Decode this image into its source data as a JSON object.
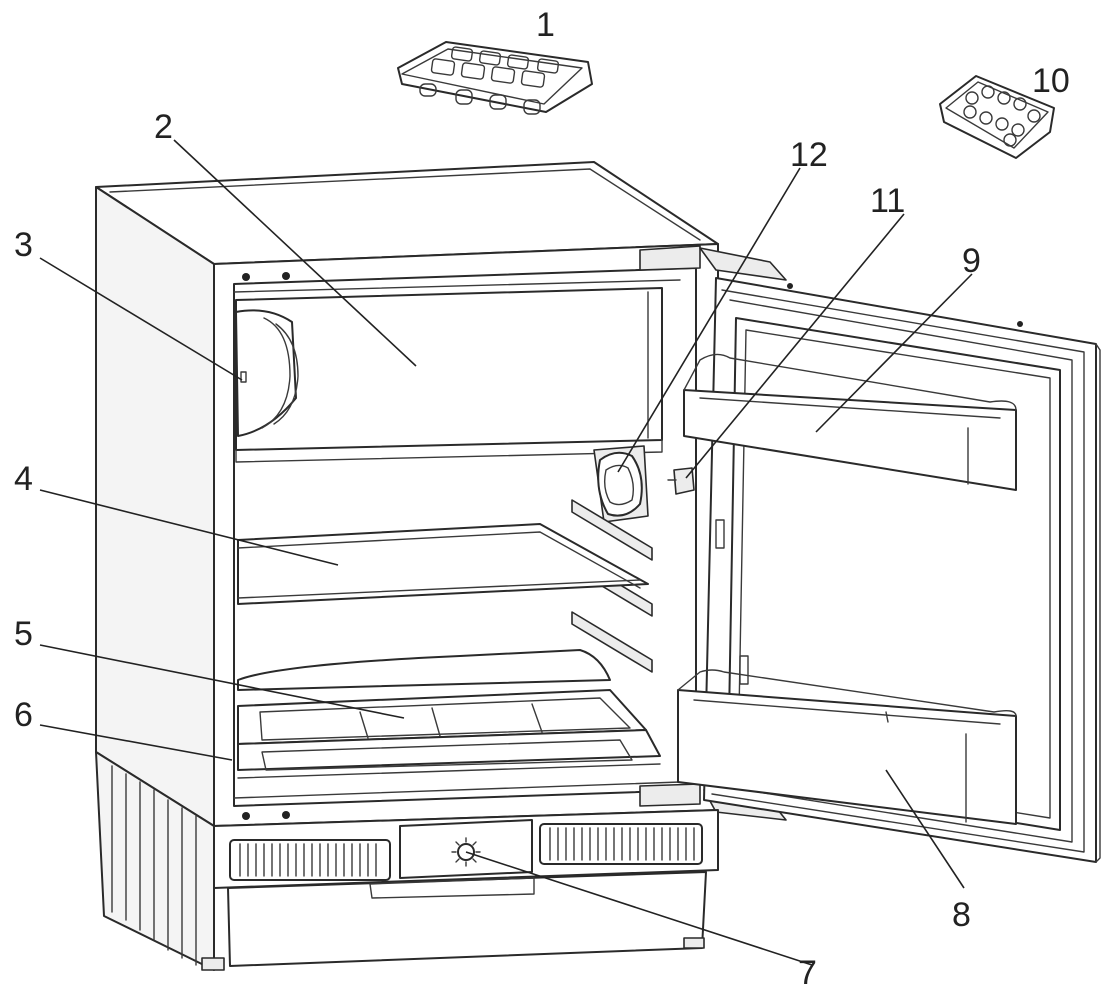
{
  "callouts": [
    {
      "id": "1",
      "label": "1",
      "part": "ice-cube-tray"
    },
    {
      "id": "2",
      "label": "2",
      "part": "freezer-compartment"
    },
    {
      "id": "3",
      "label": "3",
      "part": "light-thermostat-housing"
    },
    {
      "id": "4",
      "label": "4",
      "part": "glass-shelf"
    },
    {
      "id": "5",
      "label": "5",
      "part": "crisper-drawer"
    },
    {
      "id": "6",
      "label": "6",
      "part": "crisper-cover"
    },
    {
      "id": "7",
      "label": "7",
      "part": "control-knob"
    },
    {
      "id": "8",
      "label": "8",
      "part": "door-bottle-shelf"
    },
    {
      "id": "9",
      "label": "9",
      "part": "door-upper-shelf"
    },
    {
      "id": "10",
      "label": "10",
      "part": "egg-tray"
    },
    {
      "id": "11",
      "label": "11",
      "part": "door-hinge-stopper"
    },
    {
      "id": "12",
      "label": "12",
      "part": "fan-unit"
    }
  ]
}
